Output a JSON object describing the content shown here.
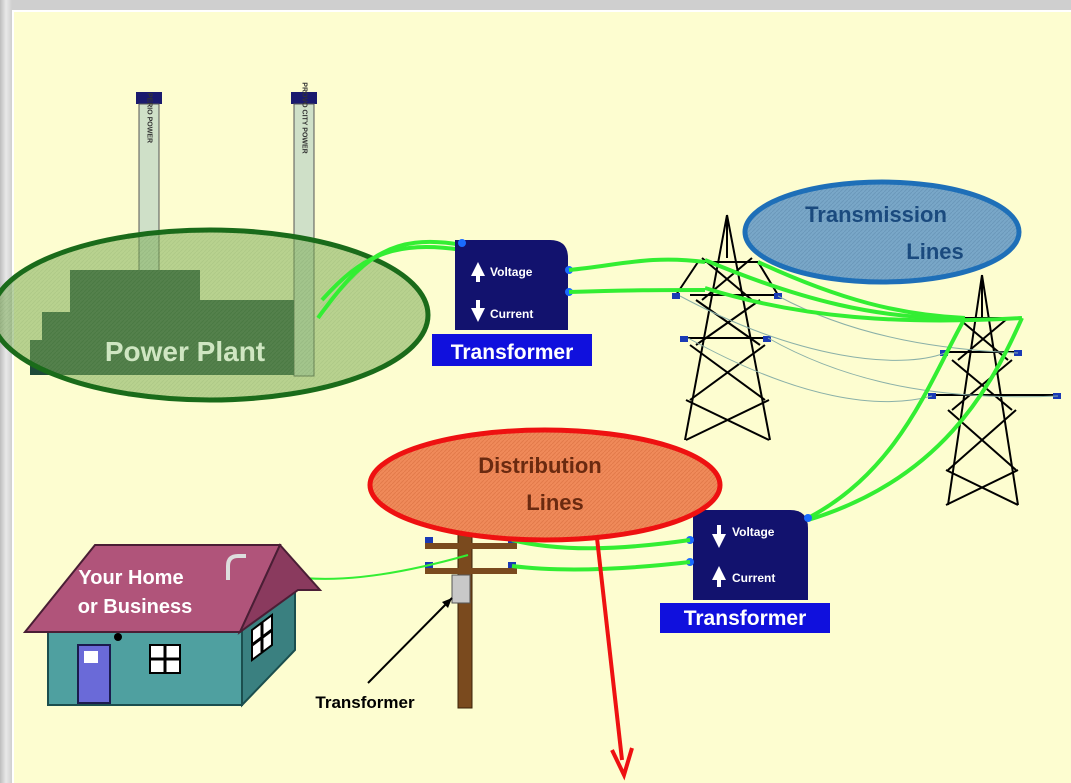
{
  "plant": {
    "label": "Power Plant",
    "stack1_text": "PERIO POWER",
    "stack2_text": "PROVO CITY POWER"
  },
  "step_up_transformer": {
    "label": "Transformer",
    "voltage": "Voltage",
    "current": "Current"
  },
  "transmission": {
    "label_line1": "Transmission",
    "label_line2": "Lines"
  },
  "distribution": {
    "label_line1": "Distribution",
    "label_line2": "Lines"
  },
  "step_down_transformer": {
    "label": "Transformer",
    "voltage": "Voltage",
    "current": "Current"
  },
  "home": {
    "label_line1": "Your Home",
    "label_line2": "or Business"
  },
  "pole_transformer": {
    "label": "Transformer"
  },
  "colors": {
    "wire": "#33ee33",
    "plant_ellipse": "#1a6b1a",
    "transmission_ellipse": "#1e6fb8",
    "distribution_ellipse": "#ee1111",
    "transformer_body": "#12126e",
    "transformer_label_bg": "#1010dd",
    "arrow": "#ee1111"
  }
}
